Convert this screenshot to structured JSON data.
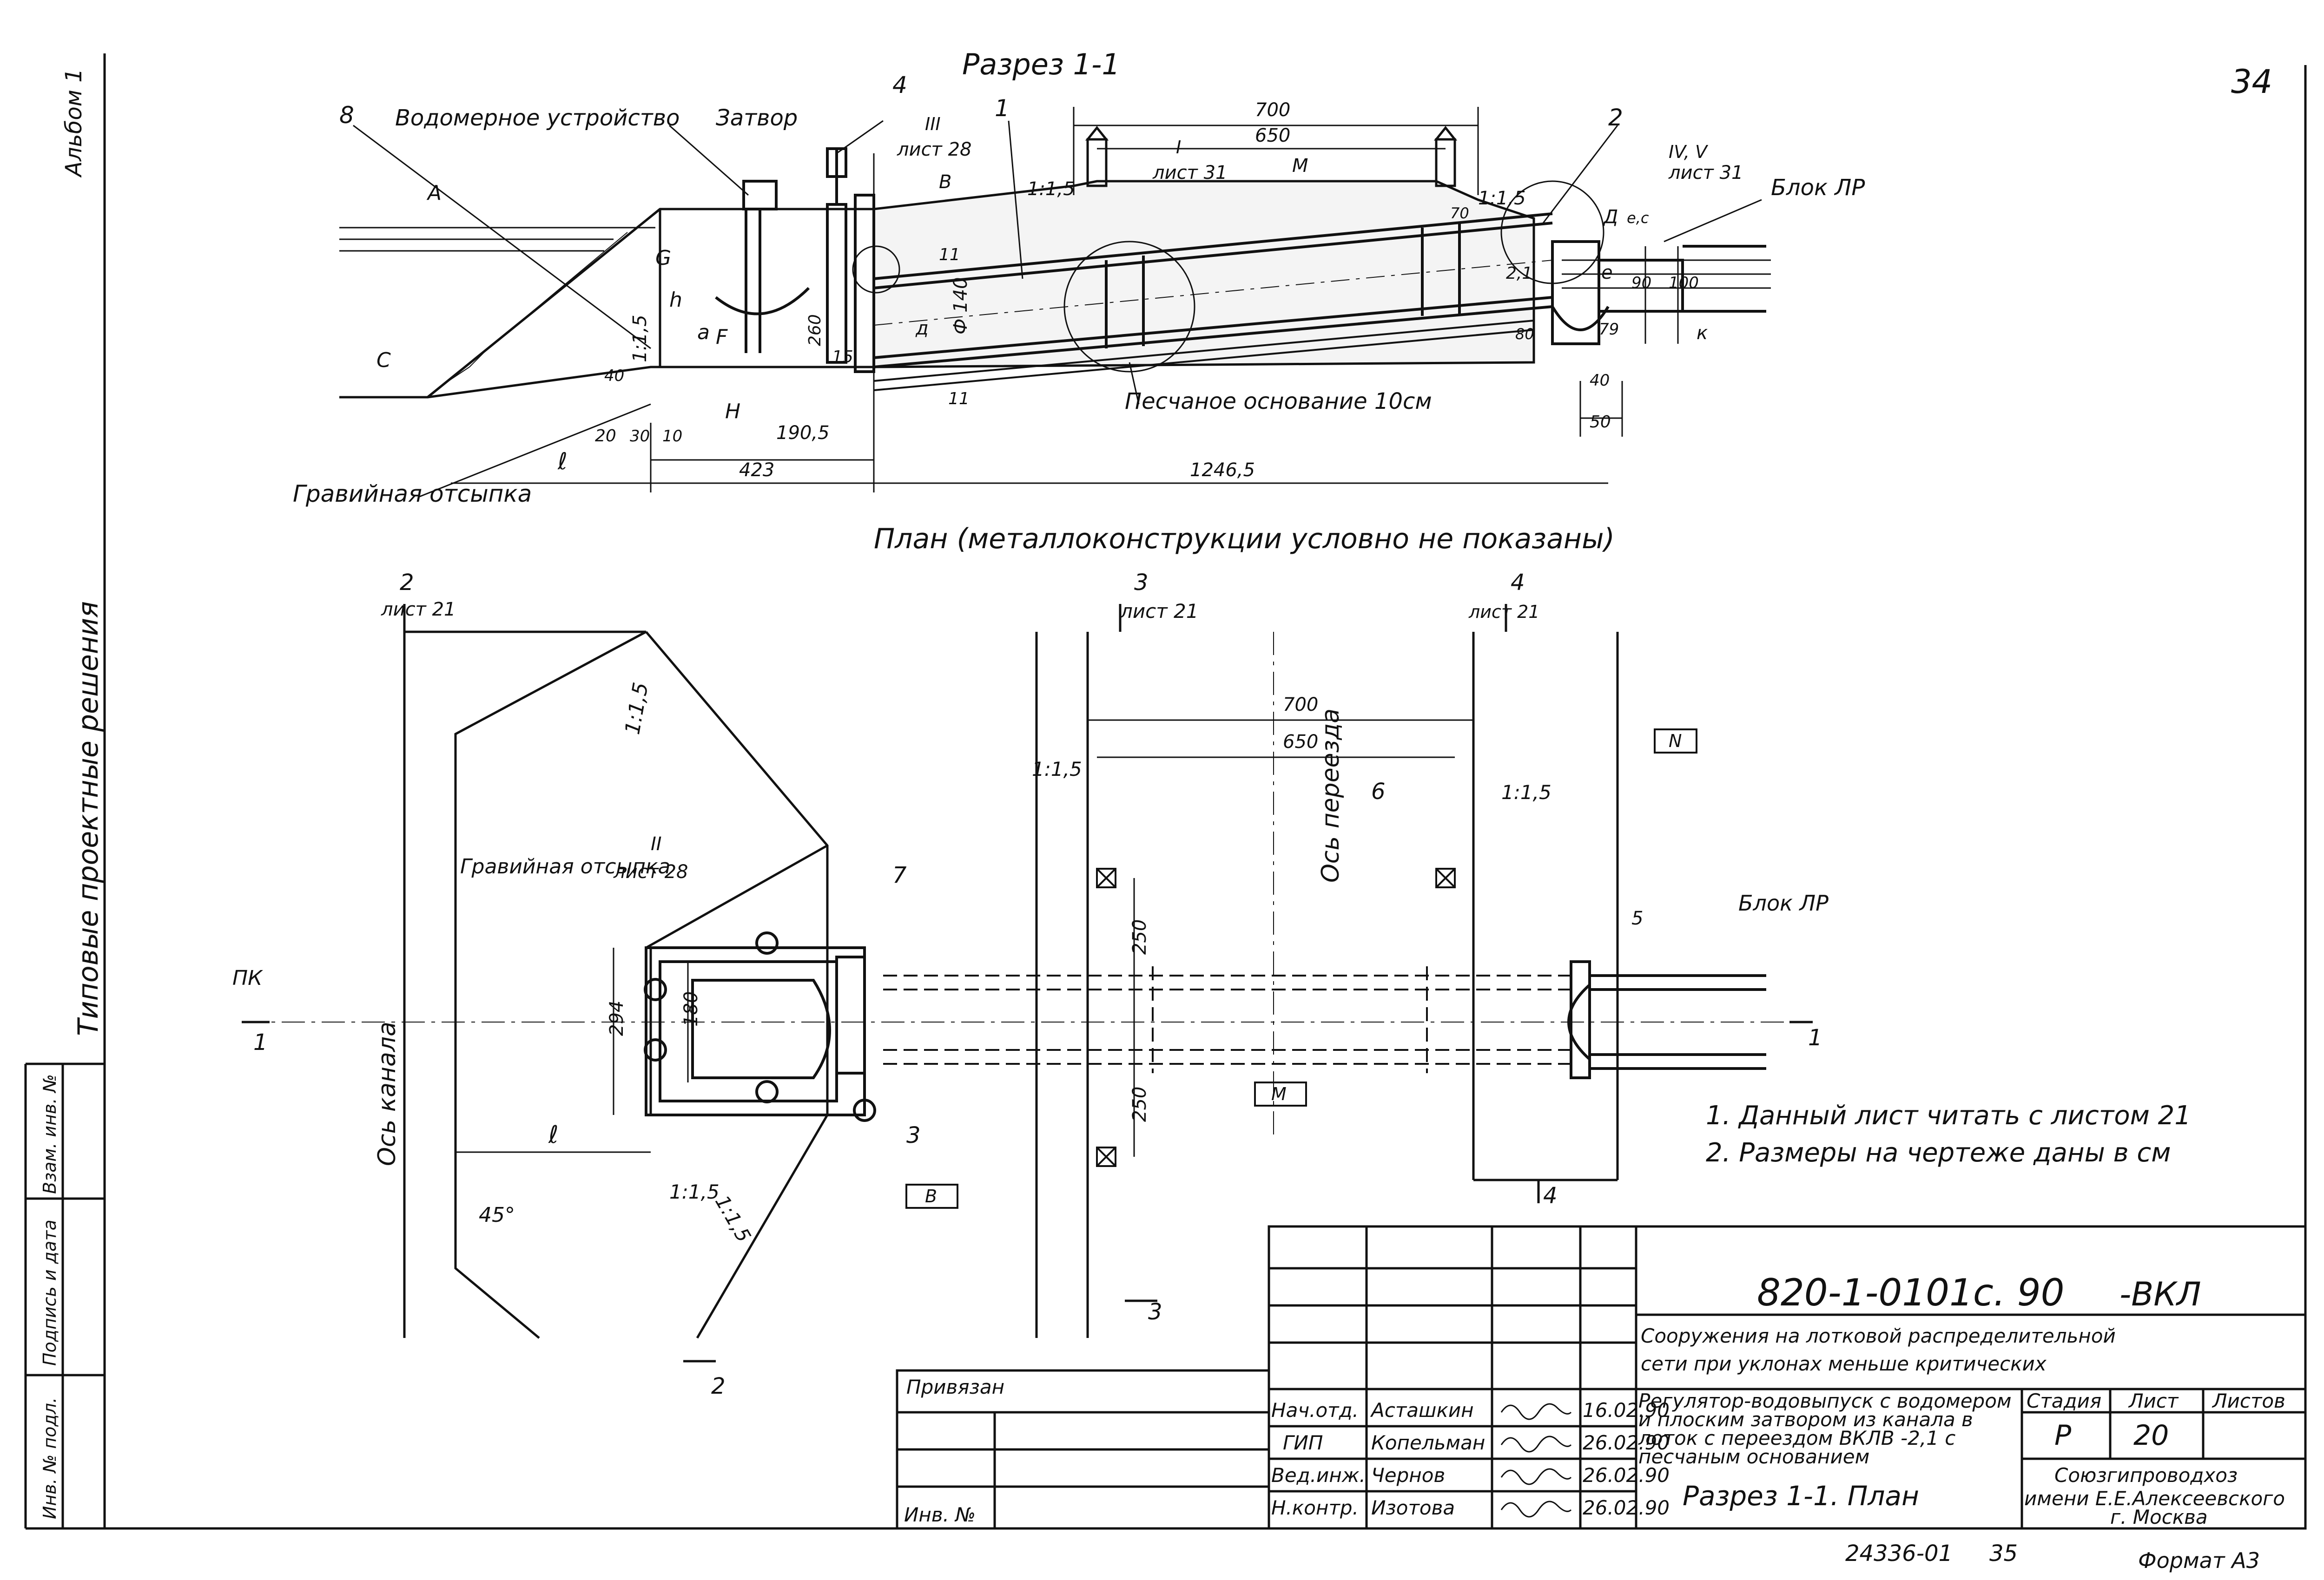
{
  "page_number": "34",
  "side_stamps": {
    "album": "Альбом 1",
    "series": "Типовые проектные решения",
    "fields": [
      "Инв. № подл.",
      "Подпись и дата",
      "Взам. инв. №"
    ]
  },
  "section": {
    "title": "Разрез 1-1",
    "labels": {
      "water_meter": "Водомерное устройство",
      "gate": "Затвор",
      "sand_base": "Песчаное основание 10см",
      "gravel_fill": "Гравийная отсыпка",
      "block": "Блок ЛР",
      "sheet_28": "лист 28",
      "sheet_31a": "лист 31",
      "sheet_31b": "лист 31",
      "mark_III": "III",
      "mark_I": "I",
      "mark_IV_V": "IV, V",
      "slope_a": "1:1,5",
      "slope_b": "1:1,5",
      "slope_c": "1:1,5",
      "diam": "Ф 140",
      "M": "М",
      "B": "В",
      "A": "А",
      "C": "С",
      "G": "G",
      "F": "F",
      "H": "H",
      "a": "a",
      "h": "h",
      "d": "д",
      "e": "е",
      "k": "к",
      "l": "ℓ",
      "dg": "Д",
      "ec": "е,с",
      "ch": "2,1",
      "v11a": "11",
      "v11b": "11"
    },
    "numbers": [
      "8",
      "4",
      "1",
      "2"
    ],
    "dims": {
      "d700": "700",
      "d650": "650",
      "d423": "423",
      "d1246": "1246,5",
      "d190": "190,5",
      "d260": "260",
      "d15": "15",
      "d40a": "40",
      "d40b": "40",
      "d20": "20",
      "d30": "30",
      "d10": "10",
      "d50": "50",
      "d90": "90",
      "d100": "100",
      "d79": "79",
      "d80": "80",
      "d70": "70"
    }
  },
  "plan": {
    "title": "План (металлоконструкции условно не показаны)",
    "labels": {
      "canal_axis": "Ось канала",
      "crossing_axis": "Ось переезда",
      "gravel_fill": "Гравийная отсыпка",
      "block": "Блок ЛР",
      "PK": "ПК",
      "sheet_21a": "лист 21",
      "sheet_21b": "лист 21",
      "sheet_21c": "лист 21",
      "sheet_28": "лист 28",
      "mark_II": "II",
      "box_N": "N",
      "box_M": "М",
      "box_B": "В",
      "angle": "45°",
      "l": "ℓ"
    },
    "slopes": [
      "1:1,5",
      "1:1,5",
      "1:1,5",
      "1:1,5",
      "1:1,5"
    ],
    "dims": {
      "d700": "700",
      "d650": "650",
      "d250a": "250",
      "d250b": "250",
      "d294": "294",
      "d180": "180"
    },
    "callouts": [
      "2",
      "3",
      "4",
      "6",
      "7",
      "5",
      "3",
      "1",
      "1",
      "2",
      "3",
      "4"
    ]
  },
  "notes": [
    "1. Данный лист читать с листом 21",
    "2. Размеры на чертеже даны в см"
  ],
  "title_block": {
    "code": "820-1-0101с. 90",
    "suffix": "-ВКЛ",
    "object_title_1": "Сооружения на лотковой распределительной",
    "object_title_2": "сети при уклонах меньше критических",
    "sheet_title_1": "Регулятор-водовыпуск с водомером",
    "sheet_title_2": "и плоским затвором из канала в",
    "sheet_title_3": "лоток с переездом ВКЛВ -2,1 с",
    "sheet_title_4": "песчаным основанием",
    "view_names": "Разрез 1-1.  План",
    "stage_header": "Стадия",
    "sheet_header": "Лист",
    "sheets_header": "Листов",
    "stage": "Р",
    "sheet": "20",
    "org_1": "Союзгипроводхоз",
    "org_2": "имени Е.Е.Алексеевского",
    "org_3": "г. Москва",
    "bound": "Привязан",
    "inv": "Инв. №",
    "roles": [
      {
        "role": "Нач.отд.",
        "name": "Асташкин",
        "date": "16.02.90"
      },
      {
        "role": "ГИП",
        "name": "Копельман",
        "date": "26.02.90"
      },
      {
        "role": "Вед.инж.",
        "name": "Чернов",
        "date": "26.02.90"
      },
      {
        "role": "Н.контр.",
        "name": "Изотова",
        "date": "26.02.90"
      }
    ]
  },
  "footer": {
    "archive": "24336-01",
    "page": "35",
    "format": "Формат А3"
  }
}
